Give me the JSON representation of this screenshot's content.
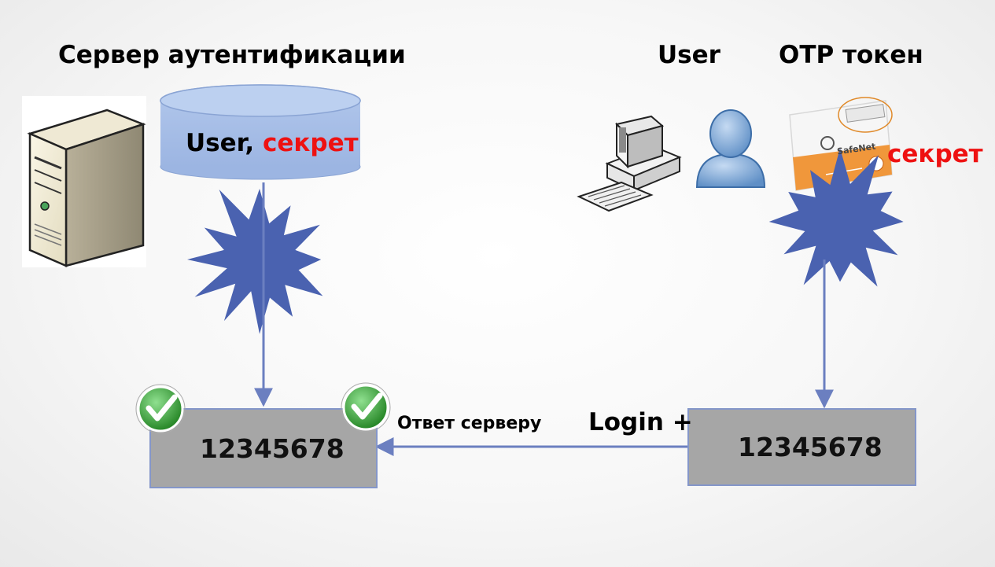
{
  "left": {
    "title": "Сервер аутентификации",
    "db_user": "User,",
    "db_secret": "секрет",
    "code": "12345678"
  },
  "right": {
    "user_title": "User",
    "token_title": "OTP токен",
    "token_brand": "SafeNet",
    "secret": "секрет",
    "code": "12345678"
  },
  "flow": {
    "login_label": "Login +",
    "answer_label": "Ответ серверу"
  },
  "colors": {
    "box_fill": "#a6a6a6",
    "box_border": "#8496c9",
    "arrow": "#6b7fc0",
    "starburst": "#4a62b0",
    "db_fill": "#a8c0e8",
    "secret_red": "#ee1111",
    "check_green": "#2e9a2e"
  }
}
